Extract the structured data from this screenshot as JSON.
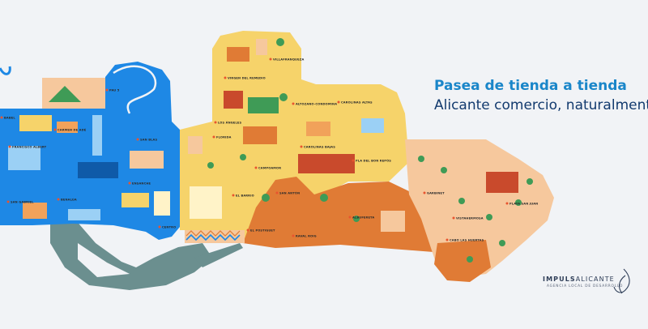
{
  "headline": "Pasea de tienda a tienda",
  "subline": "Alicante comercio, naturalmente",
  "brand": {
    "part1": "IMPULS",
    "part2": "ALICANTE",
    "tagline": "AGENCIA LOCAL DE DESARROLLO"
  },
  "colors": {
    "sea": "#1e88e5",
    "sand": "#f6d36a",
    "orange": "#e07b35",
    "peach": "#f6c89d",
    "teal": "#6b8f8f"
  },
  "districts": [
    {
      "id": "pau5",
      "label": "PAU 5"
    },
    {
      "id": "villafranqueza",
      "label": "VILLAFRANQUEZA"
    },
    {
      "id": "virgen-remedio",
      "label": "VIRGEN DEL REMEDIO"
    },
    {
      "id": "altozano",
      "label": "ALTOZANO-CONDOMINA"
    },
    {
      "id": "carolinas-altas",
      "label": "CAROLINAS ALTAS"
    },
    {
      "id": "los-angeles",
      "label": "LOS ÁNGELES"
    },
    {
      "id": "florida",
      "label": "FLORIDA"
    },
    {
      "id": "carolinas-bajas",
      "label": "CAROLINAS BAJAS"
    },
    {
      "id": "pla-bon-repos",
      "label": "PLA DEL BON REPÓS"
    },
    {
      "id": "campoamor",
      "label": "CAMPOAMOR"
    },
    {
      "id": "el-barrio",
      "label": "EL BARRIO"
    },
    {
      "id": "san-anton",
      "label": "SAN ANTÓN"
    },
    {
      "id": "albufereta",
      "label": "ALBUFERETA"
    },
    {
      "id": "el-postiguet",
      "label": "EL POSTIGUET"
    },
    {
      "id": "raval-roig",
      "label": "RAVAL ROIG"
    },
    {
      "id": "cabo-huertas",
      "label": "CABO LAS HUERTAS"
    },
    {
      "id": "garbinet",
      "label": "GARBINET"
    },
    {
      "id": "playa-san-juan",
      "label": "PLAYA SAN JUAN"
    },
    {
      "id": "vistahermosa",
      "label": "VISTAHERMOSA"
    },
    {
      "id": "benalua",
      "label": "BENALÚA"
    },
    {
      "id": "san-gabriel",
      "label": "SAN GABRIEL"
    },
    {
      "id": "ensanche",
      "label": "ENSANCHE"
    },
    {
      "id": "centro",
      "label": "CENTRO"
    },
    {
      "id": "san-blas",
      "label": "SAN BLAS"
    },
    {
      "id": "carmen-ae",
      "label": "CARMEN DE ADÉ"
    },
    {
      "id": "francisco-albert",
      "label": "FRANCISCO ALBERT"
    },
    {
      "id": "babel",
      "label": "BABEL"
    }
  ]
}
